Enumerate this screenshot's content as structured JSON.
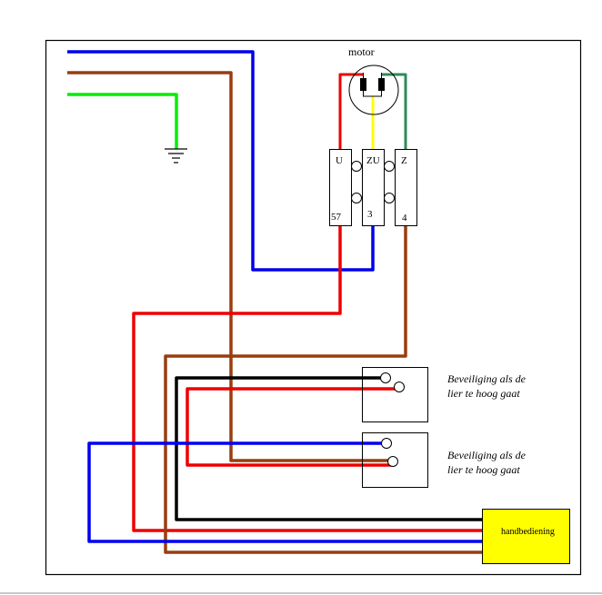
{
  "diagram": {
    "motor": {
      "label": "motor",
      "icon": "motor-icon"
    },
    "terminals": [
      {
        "id": "U",
        "top_label": "U",
        "bottom_label": "57"
      },
      {
        "id": "ZU",
        "top_label": "ZU",
        "bottom_label": "3"
      },
      {
        "id": "Z",
        "top_label": "Z",
        "bottom_label": "4"
      }
    ],
    "ground": {
      "icon": "ground-icon"
    },
    "limit_switches": [
      {
        "line1": "Beveiliging als de",
        "line2": "lier te hoog gaat"
      },
      {
        "line1": "Beveiliging als de",
        "line2": "lier te hoog gaat"
      }
    ],
    "hand_control": {
      "label": "handbediening"
    },
    "wire_colors": {
      "blue": "#0000ee",
      "brown": "#993d0f",
      "green": "#00ee00",
      "red": "#ee0000",
      "yellow": "#ffff00",
      "dark_green": "#2e8b57",
      "black": "#000000"
    },
    "hand_control_color": "#ffff00"
  }
}
